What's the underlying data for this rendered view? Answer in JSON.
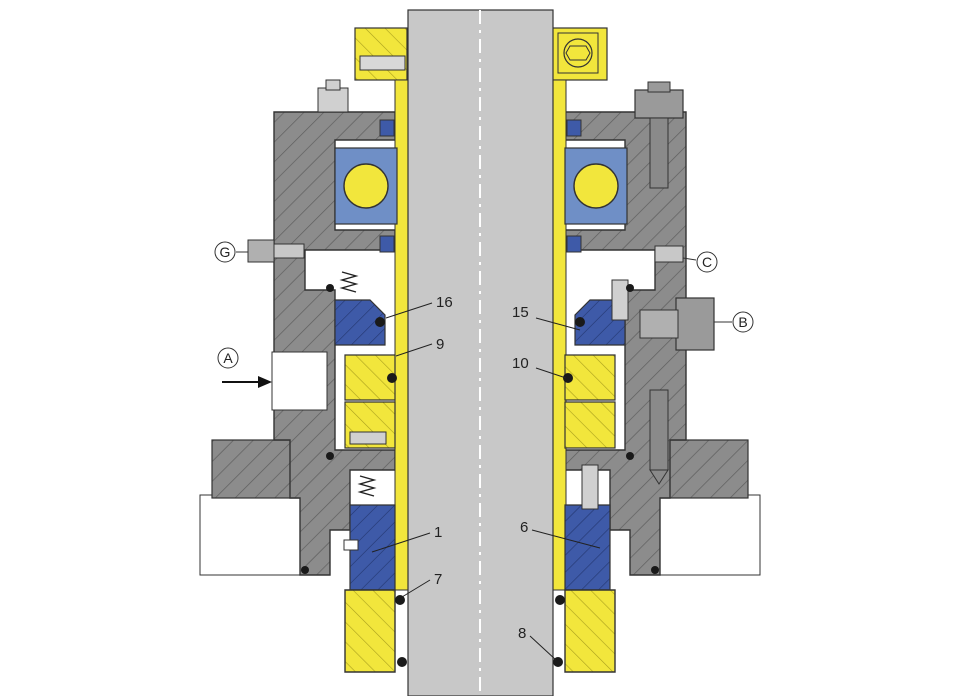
{
  "diagram": {
    "part_numbers": {
      "p16": "16",
      "p9": "9",
      "p1": "1",
      "p7": "7",
      "p15": "15",
      "p10": "10",
      "p6": "6",
      "p8": "8"
    },
    "ports": {
      "A": "A",
      "B": "B",
      "C": "C",
      "G": "G"
    },
    "colors": {
      "housing": "#8a8a8a",
      "housing_dark": "#6e6e6e",
      "shaft": "#c8c8c8",
      "sleeve_yellow": "#f2e63c",
      "seal_blue": "#3e5aa8",
      "bearing_blue": "#6f8fc6",
      "oring": "#1a1a1a"
    }
  }
}
